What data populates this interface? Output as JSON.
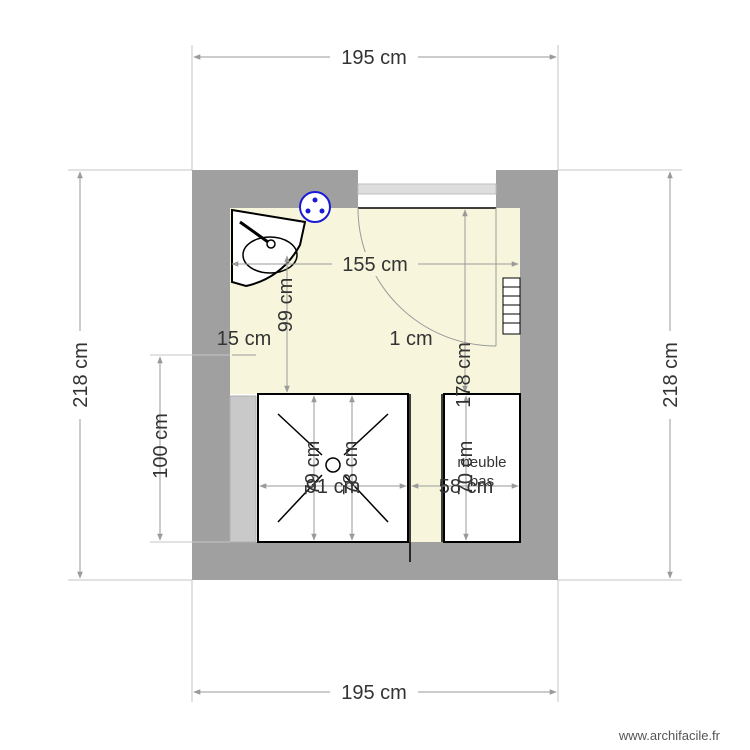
{
  "plan": {
    "dimensions": {
      "top_width": "195 cm",
      "bottom_width": "195 cm",
      "left_height": "218 cm",
      "right_height": "218 cm",
      "inner_width": "155 cm",
      "sink_to_shower": "99 cm",
      "left_gap": "15 cm",
      "gap_center": "1 cm",
      "door_side_height": "178 cm",
      "wall_strip_height": "100 cm",
      "shower_width": "91 cm",
      "shower_height": "79 cm",
      "shower_inner": "78 cm",
      "cabinet_height": "70 cm",
      "cabinet_width": "58 cm"
    },
    "labels": {
      "cabinet": "meuble\nbas"
    },
    "credit": "www.archifacile.fr",
    "colors": {
      "wall": "#a0a0a0",
      "floor": "#f7f6dc",
      "strip": "#c9c9c9",
      "fixture_blue": "#1a1ad6"
    }
  }
}
